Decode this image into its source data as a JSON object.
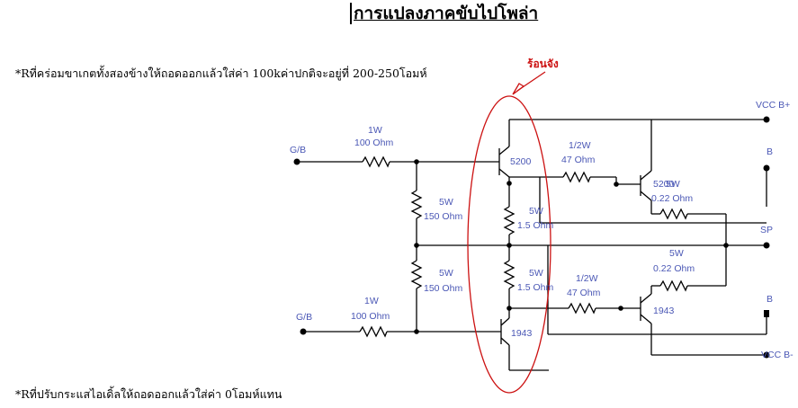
{
  "title": "การแปลงภาคขับไปโพล่า",
  "notes": {
    "top": "*Rที่คร่อมขาเกตทั้งสองข้างให้ถอดออกแล้วใส่ค่า 100kค่าปกติจะอยู่ที่ 200-250โอมห์",
    "bottom": "*Rที่ปรับกระแสไอเดิ้ลให้ถอดออกแล้วใส่ค่า 0โอมห์แทน"
  },
  "callout": "ร้อนจัง",
  "terminals": {
    "gb_top": "G/B",
    "gb_bottom": "G/B",
    "vcc_plus": "VCC B+",
    "vcc_minus": "VCC B-",
    "b_top": "B",
    "b_bottom": "B",
    "sp": "SP"
  },
  "resistors": {
    "r_in_top": {
      "power": "1W",
      "value": "100 Ohm"
    },
    "r_in_bottom": {
      "power": "1W",
      "value": "100 Ohm"
    },
    "r_bias_top": {
      "power": "5W",
      "value": "150 Ohm"
    },
    "r_bias_bottom": {
      "power": "5W",
      "value": "150 Ohm"
    },
    "r_mid_top": {
      "power": "5W",
      "value": "1.5 Ohm"
    },
    "r_mid_bottom": {
      "power": "5W",
      "value": "1.5 Ohm"
    },
    "r_base_top": {
      "power": "1/2W",
      "value": "47 Ohm"
    },
    "r_base_bottom": {
      "power": "1/2W",
      "value": "47 Ohm"
    },
    "r_emit_top": {
      "power": "5W",
      "value": "0.22 Ohm"
    },
    "r_emit_bottom": {
      "power": "5W",
      "value": "0.22 Ohm"
    }
  },
  "transistors": {
    "q1": "5200",
    "q2": "5200",
    "q3": "1943",
    "q4": "1943"
  },
  "colors": {
    "wire": "#000000",
    "label": "#4a57b5",
    "highlight": "#cc1111"
  }
}
